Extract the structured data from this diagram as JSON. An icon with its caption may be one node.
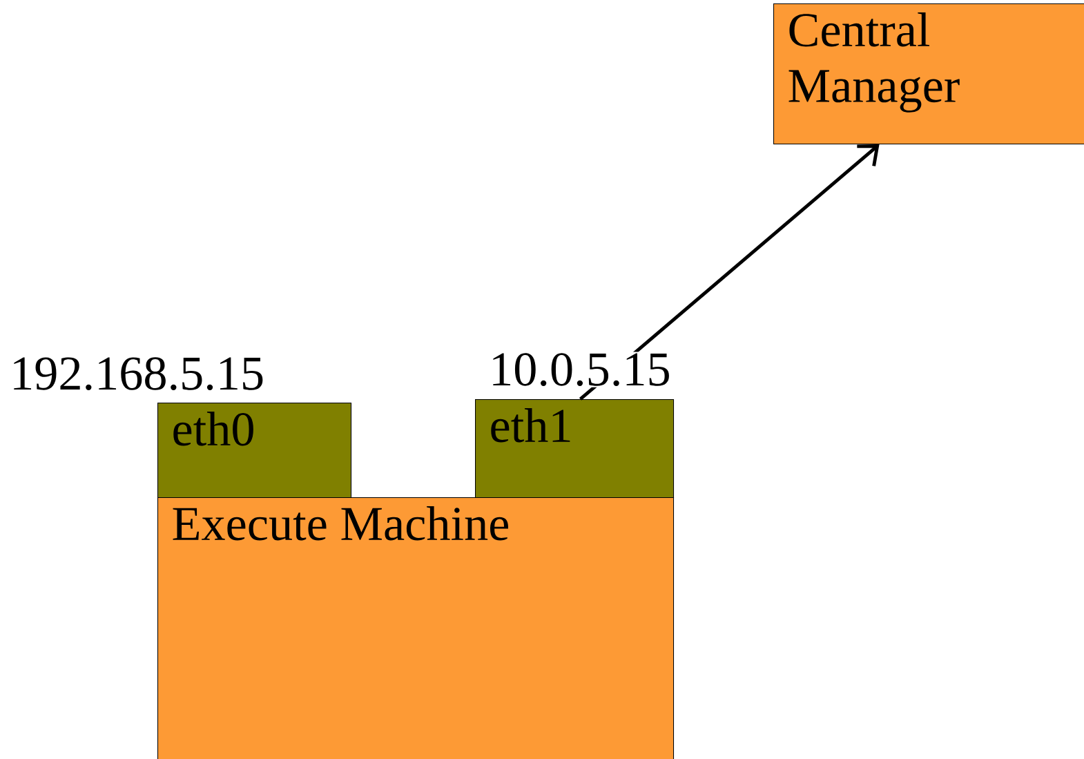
{
  "diagram": {
    "nodes": [
      {
        "text": [
          "Central Manager"
        ]
      },
      {
        "text": [
          "eth0"
        ],
        "beside": [
          "192.168.5.15"
        ]
      },
      {
        "text": [
          "eth1"
        ],
        "beside": [
          "10.0.5.15"
        ]
      },
      {
        "text": [
          "Execute Machine"
        ]
      }
    ],
    "edges": [
      {
        "from": 2,
        "to": 0,
        "arrow": "to"
      }
    ]
  }
}
